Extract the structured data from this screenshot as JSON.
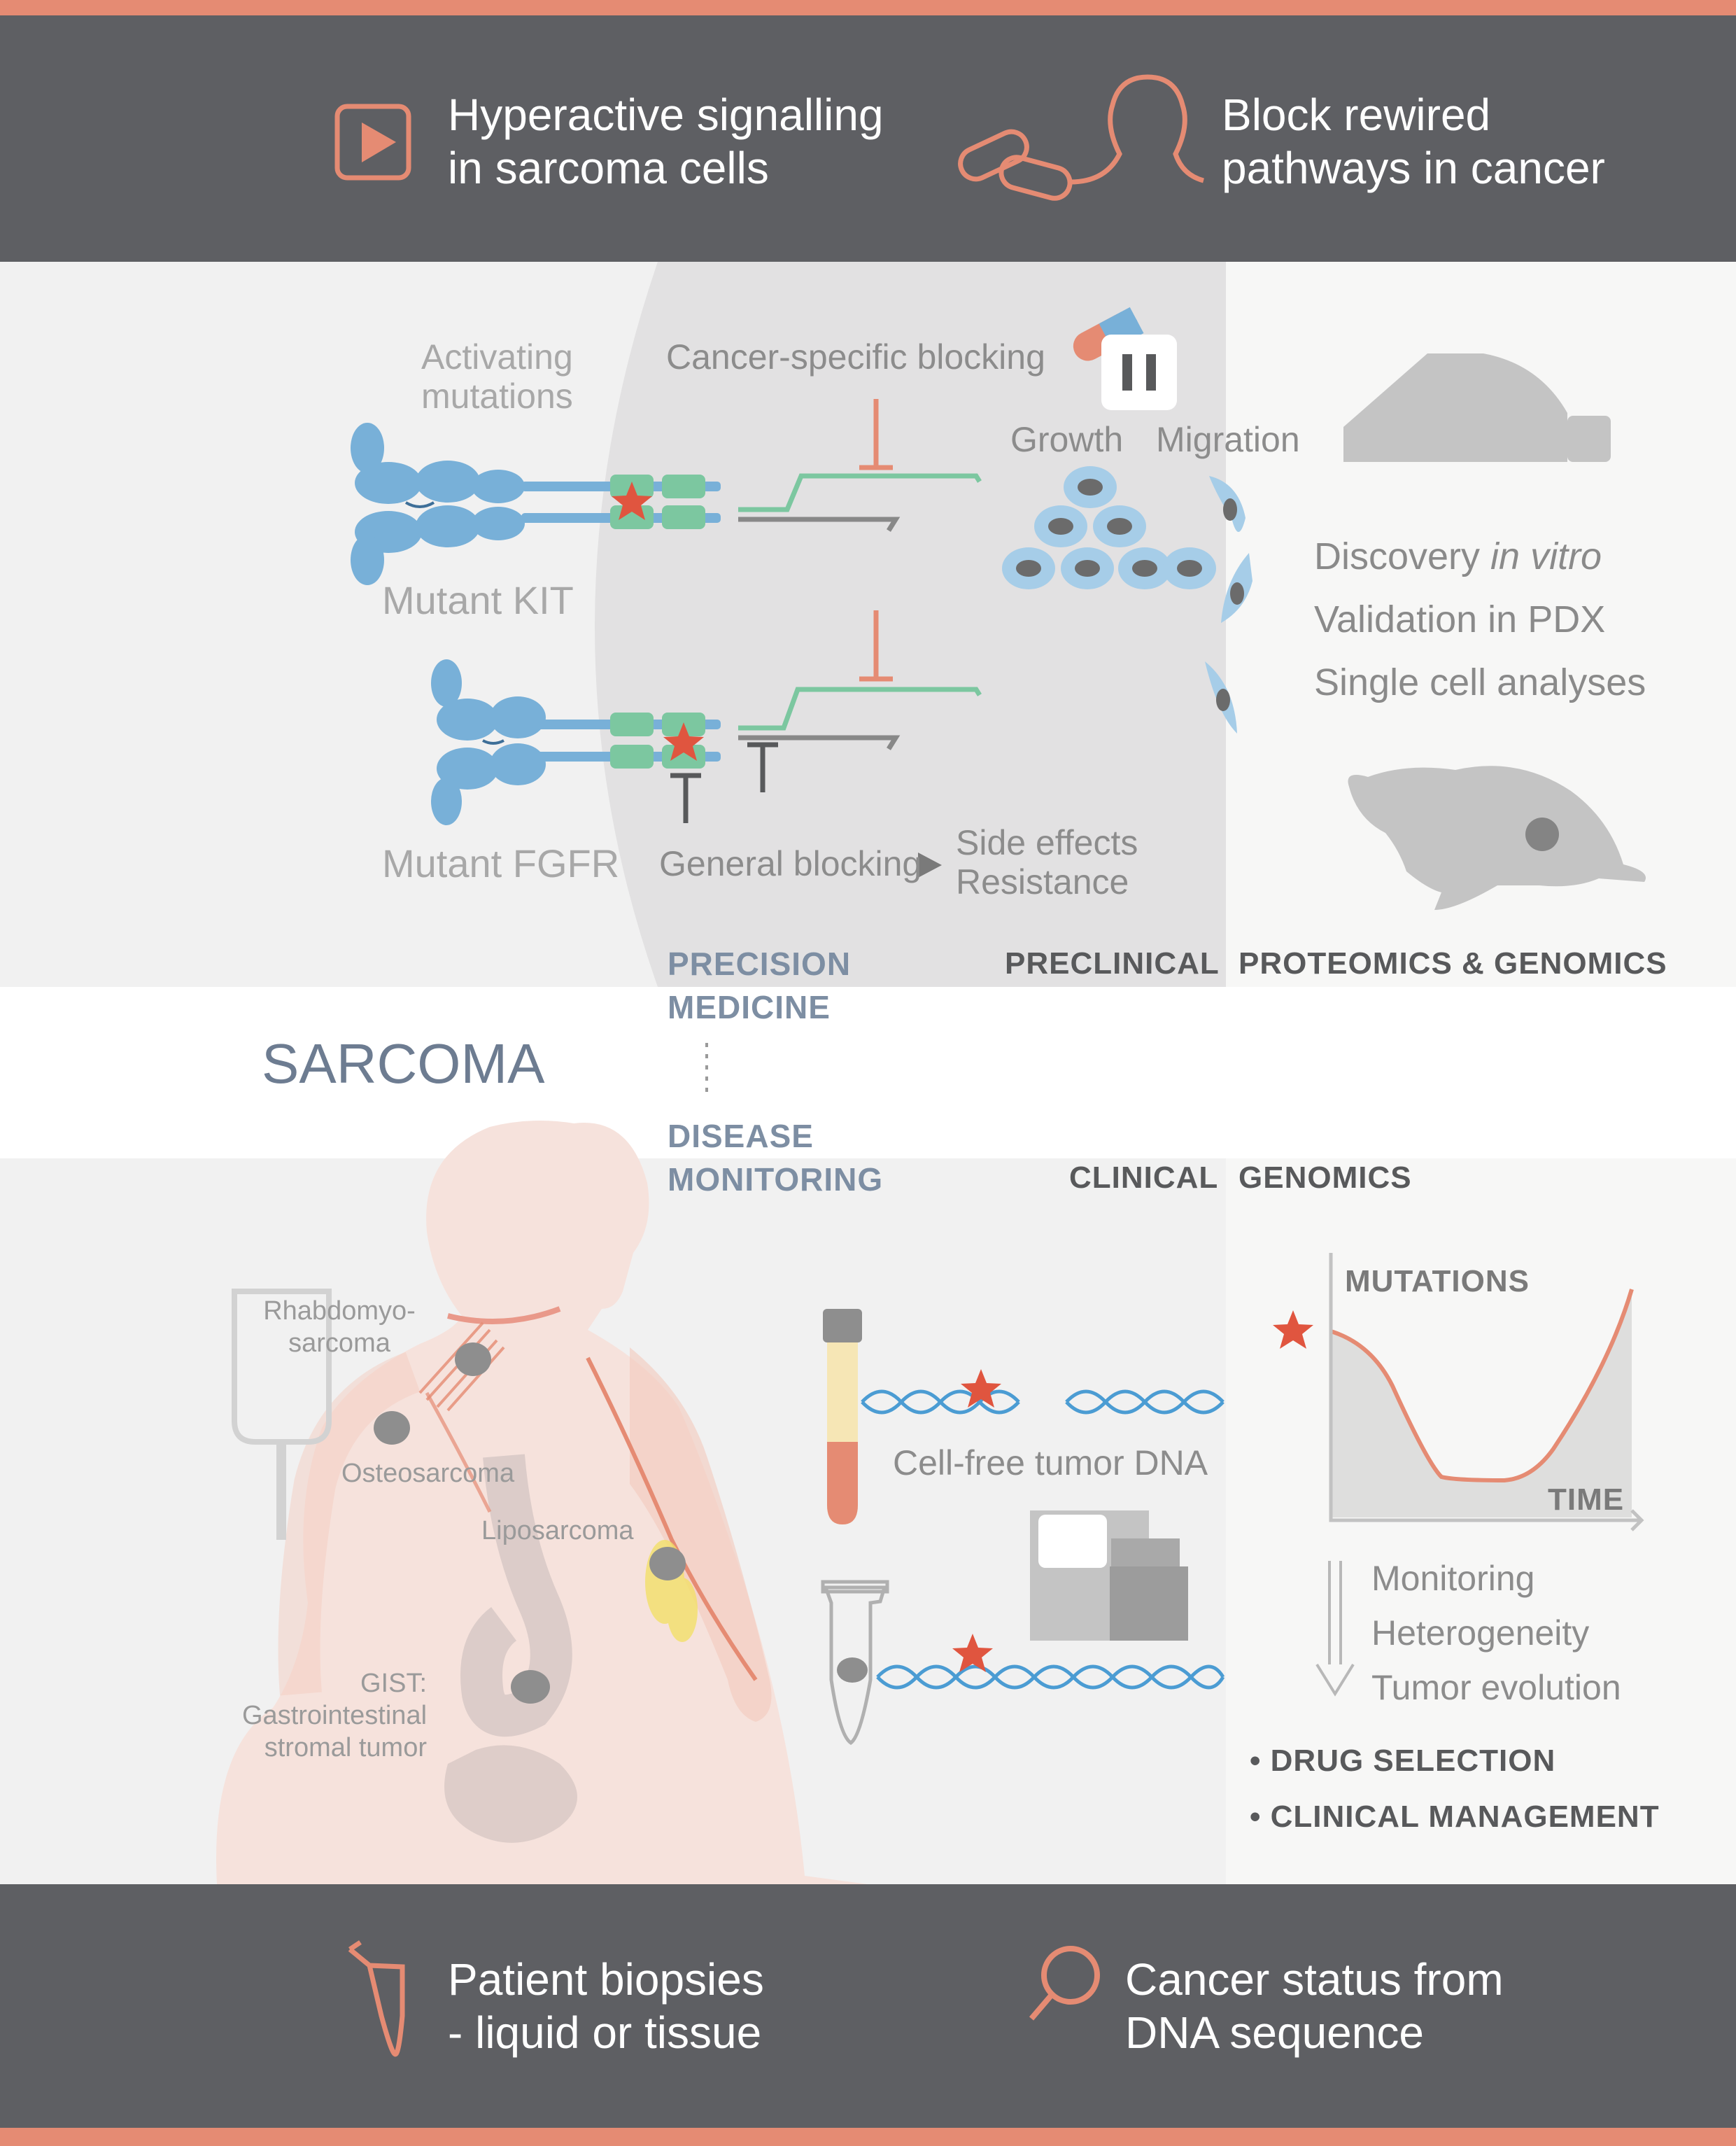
{
  "header": {
    "left_text": [
      "Hyperactive signalling",
      "in sarcoma cells"
    ],
    "right_text": [
      "Block rewired",
      "pathways in cancer"
    ]
  },
  "footer": {
    "left_text": [
      "Patient biopsies",
      "- liquid or tissue"
    ],
    "right_text": [
      "Cancer status from",
      "DNA sequence"
    ]
  },
  "precision": {
    "activating_mutations": [
      "Activating",
      "mutations"
    ],
    "cancer_specific": "Cancer-specific blocking",
    "mutant_kit": "Mutant KIT",
    "mutant_fgfr": "Mutant FGFR",
    "general_blocking": "General blocking",
    "side_effects": [
      "Side effects",
      "Resistance"
    ],
    "growth": "Growth",
    "migration": "Migration"
  },
  "preclinical": {
    "items": [
      "Discovery ",
      "in vitro",
      "Validation in PDX",
      "Single cell analyses"
    ]
  },
  "section_labels": {
    "precision_medicine": [
      "PRECISION",
      "MEDICINE"
    ],
    "disease_monitoring": [
      "DISEASE",
      "MONITORING"
    ],
    "preclinical": "PRECLINICAL",
    "proteomics": "PROTEOMICS & GENOMICS",
    "clinical": "CLINICAL",
    "genomics": "GENOMICS",
    "sarcoma": "SARCOMA"
  },
  "body_labels": {
    "rhabdo": [
      "Rhabdomyo-",
      "sarcoma"
    ],
    "osteo": "Osteosarcoma",
    "lipo": "Liposarcoma",
    "gist": [
      "GIST:",
      "Gastrointestinal",
      "stromal tumor"
    ]
  },
  "clinical": {
    "cfdna": "Cell-free tumor DNA",
    "mutations": "MUTATIONS",
    "time": "TIME",
    "outcomes": [
      "Monitoring",
      "Heterogeneity",
      "Tumor evolution"
    ],
    "bullets": [
      "DRUG SELECTION",
      "CLINICAL MANAGEMENT"
    ]
  },
  "colors": {
    "dark_band": "#5e5f63",
    "accent": "#e58b73",
    "receptor_blue": "#78b0d8",
    "domain_green": "#7cc7a0",
    "star_red": "#e0553f"
  }
}
